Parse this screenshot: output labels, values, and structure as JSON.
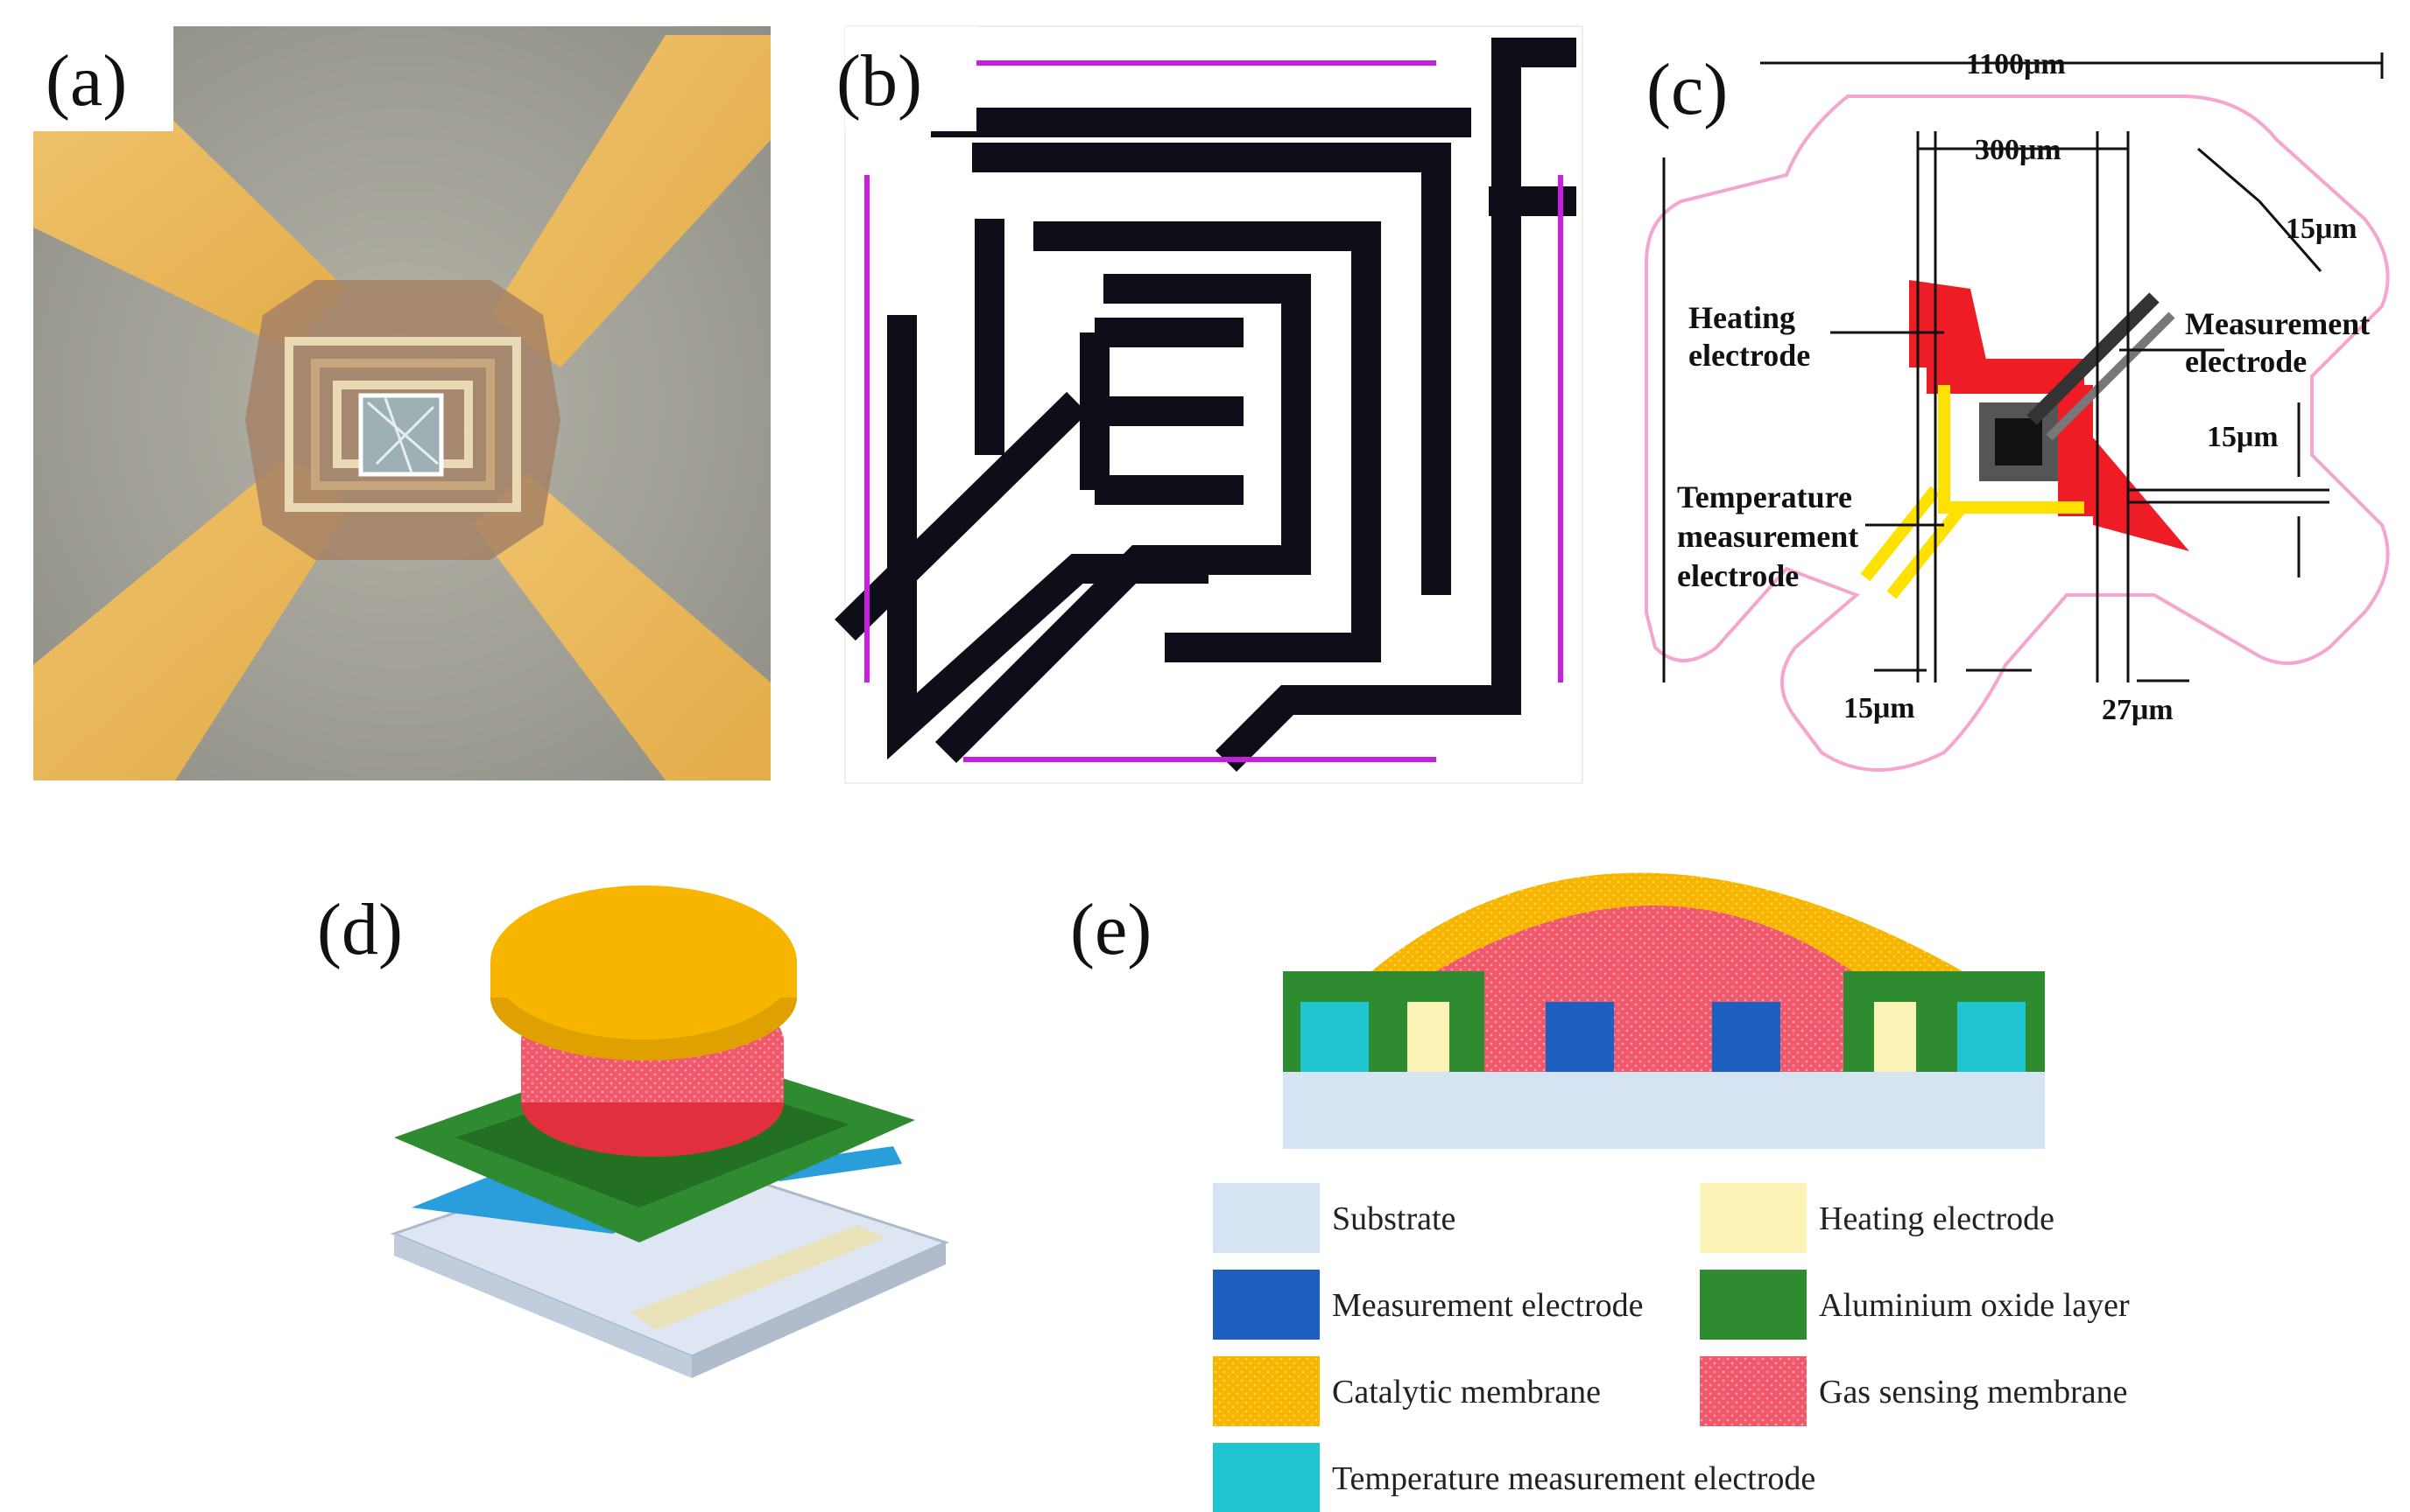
{
  "panels": {
    "a": {
      "letter": "(a)"
    },
    "b": {
      "letter": "(b)"
    },
    "c": {
      "letter": "(c)",
      "dimensions": {
        "overall_width": "1100μm",
        "center_width": "300μm",
        "trace_width_top": "15μm",
        "trace_gap_right": "15μm",
        "trace_width_bottom": "15μm",
        "gap_bottom": "27μm"
      },
      "labels": {
        "heating_line1": "Heating",
        "heating_line2": "electrode",
        "measurement_line1": "Measurement",
        "measurement_line2": "electrode",
        "temp_line1": "Temperature",
        "temp_line2": "measurement",
        "temp_line3": "electrode"
      }
    },
    "d": {
      "letter": "(d)"
    },
    "e": {
      "letter": "(e)"
    }
  },
  "legend": [
    {
      "label": "Substrate",
      "color": "#d6e3f3"
    },
    {
      "label": "Heating electrode",
      "color": "#fbf3b5"
    },
    {
      "label": "Measurement electrode",
      "color": "#1c5fbf"
    },
    {
      "label": "Aluminium oxide layer",
      "color": "#2f8b2f"
    },
    {
      "label": "Catalytic membrane",
      "color": "#f7b500"
    },
    {
      "label": "Gas sensing membrane",
      "color": "#f0586b"
    },
    {
      "label": "Temperature measurement electrode",
      "color": "#1fc6d1"
    }
  ],
  "colors": {
    "heater_red": "#ee1c24",
    "temp_yellow": "#ffe100",
    "outline_pink": "#f4a6cf",
    "magenta_edge": "#c81ee0",
    "gold": "#e8b04a"
  }
}
